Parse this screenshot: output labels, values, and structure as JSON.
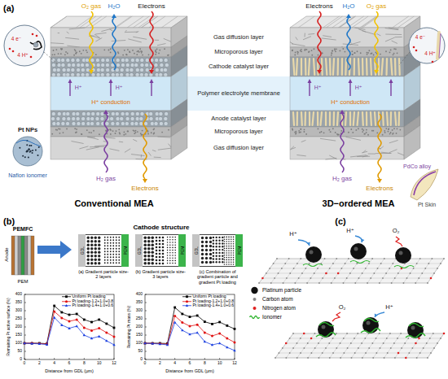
{
  "diagram": {
    "nodes": [
      {
        "text": [
          "GDL",
          "PEM",
          "(a) Gradient particle size-2 layers"
        ]
      },
      {
        "text": [
          "GDL",
          "PEM",
          "(b) Gradient particle size-3 layers"
        ]
      },
      {
        "text": [
          "GDL",
          "PEM",
          "(c) Combination of gradient particle and gradient Pt loading"
        ]
      }
    ],
    "labels": [
      "(a)",
      "O₂ gas",
      "H₂O",
      "Electrons",
      "Electrons",
      "H₂O",
      "O₂ gas",
      "Gas diffusion layer",
      "Microporous layer",
      "Cathode catalyst layer",
      "Polymer electrolyte membrane",
      "Anode catalyst layer",
      "Microporous layer",
      "Gas diffusion layer",
      "4 e⁻",
      "4 H⁺",
      "4 e⁻",
      "4 H⁺",
      "H⁺",
      "H⁺",
      "H⁺",
      "H⁺",
      "H⁺ conduction",
      "H⁺ conduction",
      "Pt NPs",
      "Nafion ionomer",
      "PdCo alloy",
      "Pt Skin",
      "H₂ gas",
      "Electrons",
      "H₂ gas",
      "Electrons",
      "Conventional MEA",
      "3D−ordered MEA",
      "(b)",
      "PEMFC",
      "Anode",
      "PEM",
      "Cathode structure",
      "Remaining Pt active surface (%)",
      "0",
      "50",
      "100",
      "150",
      "200",
      "250",
      "300",
      "350",
      "400",
      "0",
      "2",
      "4",
      "6",
      "8",
      "10",
      "12",
      "Distance from GDL (μm)",
      "Remaining Pt mass (%)",
      "0",
      "50",
      "100",
      "150",
      "200",
      "250",
      "300",
      "350",
      "400",
      "0",
      "2",
      "4",
      "6",
      "8",
      "10",
      "12",
      "Distance from GDL (μm)",
      "(c)",
      "H⁺",
      "H⁺",
      "O₂",
      "O₂",
      "H⁺"
    ],
    "legend": [
      {
        "text": "Uniform Pt loading"
      },
      {
        "text": "Pt loading-1.2+1.0+0.8"
      },
      {
        "text": "Pt loading-1.4+1.0+0.6"
      },
      {
        "text": "Uniform Pt loading"
      },
      {
        "text": "Pt loading-1.2+1.0+0.8"
      },
      {
        "text": "Pt loading-1.4+1.0+0.6"
      },
      {
        "text": "Platinum particle"
      },
      {
        "text": "Carbon atom"
      },
      {
        "text": "Nitrogen atom"
      },
      {
        "text": "Ionomer"
      }
    ]
  }
}
